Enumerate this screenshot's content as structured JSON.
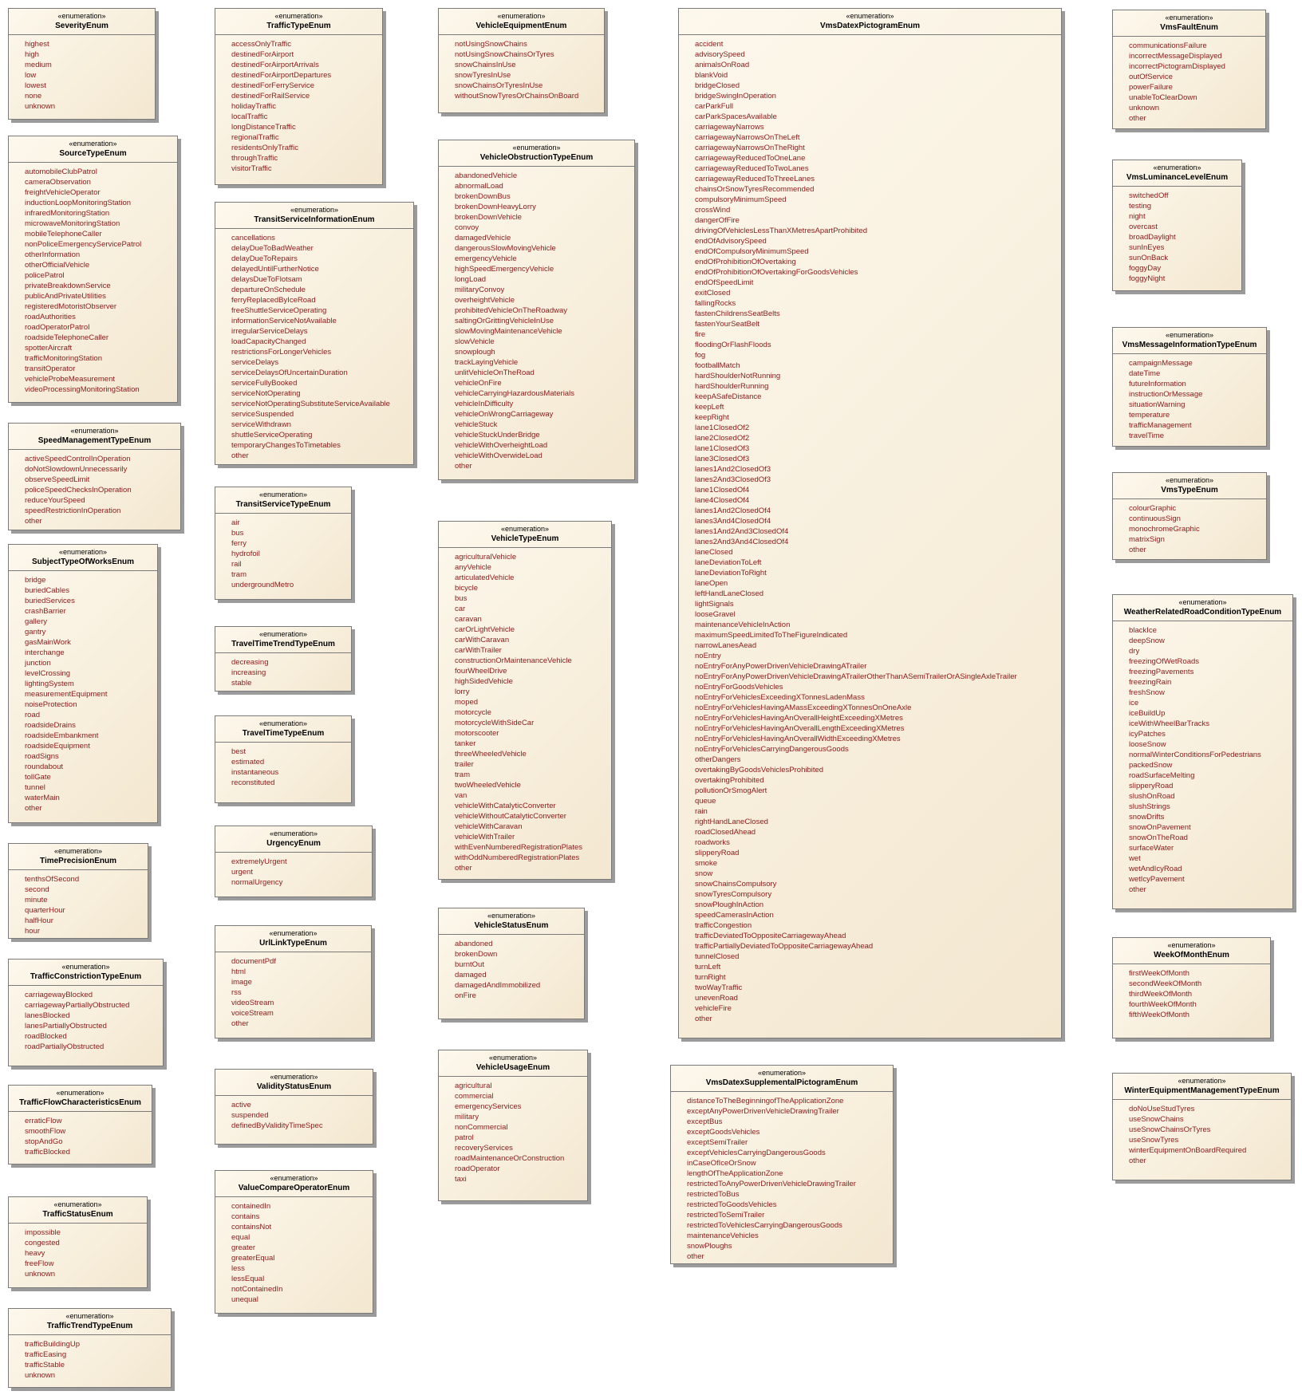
{
  "stereotype": "«enumeration»",
  "enums": [
    {
      "name": "SeverityEnum",
      "values": [
        "highest",
        "high",
        "medium",
        "low",
        "lowest",
        "none",
        "unknown"
      ]
    },
    {
      "name": "SourceTypeEnum",
      "values": [
        "automobileClubPatrol",
        "cameraObservation",
        "freightVehicleOperator",
        "inductionLoopMonitoringStation",
        "infraredMonitoringStation",
        "microwaveMonitoringStation",
        "mobileTelephoneCaller",
        "nonPoliceEmergencyServicePatrol",
        "otherInformation",
        "otherOfficialVehicle",
        "policePatrol",
        "privateBreakdownService",
        "publicAndPrivateUtilities",
        "registeredMotoristObserver",
        "roadAuthorities",
        "roadOperatorPatrol",
        "roadsideTelephoneCaller",
        "spotterAircraft",
        "trafficMonitoringStation",
        "transitOperator",
        "vehicleProbeMeasurement",
        "videoProcessingMonitoringStation"
      ]
    },
    {
      "name": "SpeedManagementTypeEnum",
      "values": [
        "activeSpeedControlInOperation",
        "doNotSlowdownUnnecessarily",
        "observeSpeedLimit",
        "policeSpeedChecksInOperation",
        "reduceYourSpeed",
        "speedRestrictionInOperation",
        "other"
      ]
    },
    {
      "name": "SubjectTypeOfWorksEnum",
      "values": [
        "bridge",
        "buriedCables",
        "buriedServices",
        "crashBarrier",
        "gallery",
        "gantry",
        "gasMainWork",
        "interchange",
        "junction",
        "levelCrossing",
        "lightingSystem",
        "measurementEquipment",
        "noiseProtection",
        "road",
        "roadsideDrains",
        "roadsideEmbankment",
        "roadsideEquipment",
        "roadSigns",
        "roundabout",
        "tollGate",
        "tunnel",
        "waterMain",
        "other"
      ]
    },
    {
      "name": "TimePrecisionEnum",
      "values": [
        "tenthsOfSecond",
        "second",
        "minute",
        "quarterHour",
        "halfHour",
        "hour"
      ]
    },
    {
      "name": "TrafficConstrictionTypeEnum",
      "values": [
        "carriagewayBlocked",
        "carriagewayPartiallyObstructed",
        "lanesBlocked",
        "lanesPartiallyObstructed",
        "roadBlocked",
        "roadPartiallyObstructed"
      ]
    },
    {
      "name": "TrafficFlowCharacteristicsEnum",
      "values": [
        "erraticFlow",
        "smoothFlow",
        "stopAndGo",
        "trafficBlocked"
      ]
    },
    {
      "name": "TrafficStatusEnum",
      "values": [
        "impossible",
        "congested",
        "heavy",
        "freeFlow",
        "unknown"
      ]
    },
    {
      "name": "TrafficTrendTypeEnum",
      "values": [
        "trafficBuildingUp",
        "trafficEasing",
        "trafficStable",
        "unknown"
      ]
    },
    {
      "name": "TrafficTypeEnum",
      "values": [
        "accessOnlyTraffic",
        "destinedForAirport",
        "destinedForAirportArrivals",
        "destinedForAirportDepartures",
        "destinedForFerryService",
        "destinedForRailService",
        "holidayTraffic",
        "localTraffic",
        "longDistanceTraffic",
        "regionalTraffic",
        "residentsOnlyTraffic",
        "throughTraffic",
        "visitorTraffic"
      ]
    },
    {
      "name": "TransitServiceInformationEnum",
      "values": [
        "cancellations",
        "delayDueToBadWeather",
        "delayDueToRepairs",
        "delayedUntilFurtherNotice",
        "delaysDueToFlotsam",
        "departureOnSchedule",
        "ferryReplacedByIceRoad",
        "freeShuttleServiceOperating",
        "informationServiceNotAvailable",
        "irregularServiceDelays",
        "loadCapacityChanged",
        "restrictionsForLongerVehicles",
        "serviceDelays",
        "serviceDelaysOfUncertainDuration",
        "serviceFullyBooked",
        "serviceNotOperating",
        "serviceNotOperatingSubstituteServiceAvailable",
        "serviceSuspended",
        "serviceWithdrawn",
        "shuttleServiceOperating",
        "temporaryChangesToTimetables",
        "other"
      ]
    },
    {
      "name": "TransitServiceTypeEnum",
      "values": [
        "air",
        "bus",
        "ferry",
        "hydrofoil",
        "rail",
        "tram",
        "undergroundMetro"
      ]
    },
    {
      "name": "TravelTimeTrendTypeEnum",
      "values": [
        "decreasing",
        "increasing",
        "stable"
      ]
    },
    {
      "name": "TravelTimeTypeEnum",
      "values": [
        "best",
        "estimated",
        "instantaneous",
        "reconstituted"
      ]
    },
    {
      "name": "UrgencyEnum",
      "values": [
        "extremelyUrgent",
        "urgent",
        "normalUrgency"
      ]
    },
    {
      "name": "UrlLinkTypeEnum",
      "values": [
        "documentPdf",
        "html",
        "image",
        "rss",
        "videoStream",
        "voiceStream",
        "other"
      ]
    },
    {
      "name": "ValidityStatusEnum",
      "values": [
        "active",
        "suspended",
        "definedByValidityTimeSpec"
      ]
    },
    {
      "name": "ValueCompareOperatorEnum",
      "values": [
        "containedIn",
        "contains",
        "containsNot",
        "equal",
        "greater",
        "greaterEqual",
        "less",
        "lessEqual",
        "notContainedIn",
        "unequal"
      ]
    },
    {
      "name": "VehicleEquipmentEnum",
      "values": [
        "notUsingSnowChains",
        "notUsingSnowChainsOrTyres",
        "snowChainsInUse",
        "snowTyresInUse",
        "snowChainsOrTyresInUse",
        "withoutSnowTyresOrChainsOnBoard"
      ]
    },
    {
      "name": "VehicleObstructionTypeEnum",
      "values": [
        "abandonedVehicle",
        "abnormalLoad",
        "brokenDownBus",
        "brokenDownHeavyLorry",
        "brokenDownVehicle",
        "convoy",
        "damagedVehicle",
        "dangerousSlowMovingVehicle",
        "emergencyVehicle",
        "highSpeedEmergencyVehicle",
        "longLoad",
        "militaryConvoy",
        "overheightVehicle",
        "prohibitedVehicleOnTheRoadway",
        "saltingOrGrittingVehicleInUse",
        "slowMovingMaintenanceVehicle",
        "slowVehicle",
        "snowplough",
        "trackLayingVehicle",
        "unlitVehicleOnTheRoad",
        "vehicleOnFire",
        "vehicleCarryingHazardousMaterials",
        "vehicleInDifficulty",
        "vehicleOnWrongCarriageway",
        "vehicleStuck",
        "vehicleStuckUnderBridge",
        "vehicleWithOverheightLoad",
        "vehicleWithOverwideLoad",
        "other"
      ]
    },
    {
      "name": "VehicleTypeEnum",
      "values": [
        "agriculturalVehicle",
        "anyVehicle",
        "articulatedVehicle",
        "bicycle",
        "bus",
        "car",
        "caravan",
        "carOrLightVehicle",
        "carWithCaravan",
        "carWithTrailer",
        "constructionOrMaintenanceVehicle",
        "fourWheelDrive",
        "highSidedVehicle",
        "lorry",
        "moped",
        "motorcycle",
        "motorcycleWithSideCar",
        "motorscooter",
        "tanker",
        "threeWheeledVehicle",
        "trailer",
        "tram",
        "twoWheeledVehicle",
        "van",
        "vehicleWithCatalyticConverter",
        "vehicleWithoutCatalyticConverter",
        "vehicleWithCaravan",
        "vehicleWithTrailer",
        "withEvenNumberedRegistrationPlates",
        "withOddNumberedRegistrationPlates",
        "other"
      ]
    },
    {
      "name": "VehicleStatusEnum",
      "values": [
        "abandoned",
        "brokenDown",
        "burntOut",
        "damaged",
        "damagedAndImmobilized",
        "onFire"
      ]
    },
    {
      "name": "VehicleUsageEnum",
      "values": [
        "agricultural",
        "commercial",
        "emergencyServices",
        "military",
        "nonCommercial",
        "patrol",
        "recoveryServices",
        "roadMaintenanceOrConstruction",
        "roadOperator",
        "taxi"
      ]
    },
    {
      "name": "VmsDatexPictogramEnum",
      "values": [
        "accident",
        "advisorySpeed",
        "animalsOnRoad",
        "blankVoid",
        "bridgeClosed",
        "bridgeSwingInOperation",
        "carParkFull",
        "carParkSpacesAvailable",
        "carriagewayNarrows",
        "carriagewayNarrowsOnTheLeft",
        "carriagewayNarrowsOnTheRight",
        "carriagewayReducedToOneLane",
        "carriagewayReducedToTwoLanes",
        "carriagewayReducedToThreeLanes",
        "chainsOrSnowTyresRecommended",
        "compulsoryMinimumSpeed",
        "crossWind",
        "dangerOfFire",
        "drivingOfVehiclesLessThanXMetresApartProhibited",
        "endOfAdvisorySpeed",
        "endOfCompulsoryMinimumSpeed",
        "endOfProhibitionOfOvertaking",
        "endOfProhibitionOfOvertakingForGoodsVehicles",
        "endOfSpeedLimit",
        "exitClosed",
        "fallingRocks",
        "fastenChildrensSeatBelts",
        "fastenYourSeatBelt",
        "fire",
        "floodingOrFlashFloods",
        "fog",
        "footballMatch",
        "hardShoulderNotRunning",
        "hardShoulderRunning",
        "keepASafeDistance",
        "keepLeft",
        "keepRight",
        "lane1ClosedOf2",
        "lane2ClosedOf2",
        "lane1ClosedOf3",
        "lane3ClosedOf3",
        "lanes1And2ClosedOf3",
        "lanes2And3ClosedOf3",
        "lane1ClosedOf4",
        "lane4ClosedOf4",
        "lanes1And2ClosedOf4",
        "lanes3And4ClosedOf4",
        "lanes1And2And3ClosedOf4",
        "lanes2And3And4ClosedOf4",
        "laneClosed",
        "laneDeviationToLeft",
        "laneDeviationToRight",
        "laneOpen",
        "leftHandLaneClosed",
        "lightSignals",
        "looseGravel",
        "maintenanceVehicleInAction",
        "maximumSpeedLimitedToTheFigureIndicated",
        "narrowLanesAead",
        "noEntry",
        "noEntryForAnyPowerDrivenVehicleDrawingATrailer",
        "noEntryForAnyPowerDrivenVehicleDrawingATrailerOtherThanASemiTrailerOrASingleAxleTrailer",
        "noEntryForGoodsVehicles",
        "noEntryForVehiclesExceedingXTonnesLadenMass",
        "noEntryForVehiclesHavingAMassExceedingXTonnesOnOneAxle",
        "noEntryForVehiclesHavingAnOverallHeightExceedingXMetres",
        "noEntryForVehiclesHavingAnOverallLengthExceedingXMetres",
        "noEntryForVehiclesHavingAnOverallWidthExceedingXMetres",
        "noEntryForVehiclesCarryingDangerousGoods",
        "otherDangers",
        "overtakingByGoodsVehiclesProhibited",
        "overtakingProhibited",
        "pollutionOrSmogAlert",
        "queue",
        "rain",
        "rightHandLaneClosed",
        "roadClosedAhead",
        "roadworks",
        "slipperyRoad",
        "smoke",
        "snow",
        "snowChainsCompulsory",
        "snowTyresCompulsory",
        "snowPloughInAction",
        "speedCamerasInAction",
        "trafficCongestion",
        "trafficDeviatedToOppositeCarriagewayAhead",
        "trafficPartiallyDeviatedToOppositeCarriagewayAhead",
        "tunnelClosed",
        "turnLeft",
        "turnRight",
        "twoWayTraffic",
        "unevenRoad",
        "vehicleFire",
        "other"
      ]
    },
    {
      "name": "VmsDatexSupplementalPictogramEnum",
      "values": [
        "distanceToTheBeginningofTheApplicationZone",
        "exceptAnyPowerDrivenVehicleDrawingTrailer",
        "exceptBus",
        "exceptGoodsVehicles",
        "exceptSemiTrailer",
        "exceptVehiclesCarryingDangerousGoods",
        "inCaseOfIceOrSnow",
        "lengthOfTheApplicationZone",
        "restrictedToAnyPowerDrivenVehicleDrawingTrailer",
        "restrictedToBus",
        "restrictedToGoodsVehicles",
        "restrictedToSemiTrailer",
        "restrictedToVehiclesCarryingDangerousGoods",
        "maintenanceVehicles",
        "snowPloughs",
        "other"
      ]
    },
    {
      "name": "VmsFaultEnum",
      "values": [
        "communicationsFailure",
        "incorrectMessageDisplayed",
        "incorrectPictogramDisplayed",
        "outOfService",
        "powerFailure",
        "unableToClearDown",
        "unknown",
        "other"
      ]
    },
    {
      "name": "VmsLuminanceLevelEnum",
      "values": [
        "switchedOff",
        "testing",
        "night",
        "overcast",
        "broadDaylight",
        "sunInEyes",
        "sunOnBack",
        "foggyDay",
        "foggyNight"
      ]
    },
    {
      "name": "VmsMessageInformationTypeEnum",
      "values": [
        "campaignMessage",
        "dateTime",
        "futureInformation",
        "instructionOrMessage",
        "situationWarning",
        "temperature",
        "trafficManagement",
        "travelTime"
      ]
    },
    {
      "name": "VmsTypeEnum",
      "values": [
        "colourGraphic",
        "continuousSign",
        "monochromeGraphic",
        "matrixSign",
        "other"
      ]
    },
    {
      "name": "WeatherRelatedRoadConditionTypeEnum",
      "values": [
        "blackIce",
        "deepSnow",
        "dry",
        "freezingOfWetRoads",
        "freezingPavements",
        "freezingRain",
        "freshSnow",
        "ice",
        "iceBuildUp",
        "iceWithWheelBarTracks",
        "icyPatches",
        "looseSnow",
        "normalWinterConditionsForPedestrians",
        "packedSnow",
        "roadSurfaceMelting",
        "slipperyRoad",
        "slushOnRoad",
        "slushStrings",
        "snowDrifts",
        "snowOnPavement",
        "snowOnTheRoad",
        "surfaceWater",
        "wet",
        "wetAndIcyRoad",
        "wetIcyPavement",
        "other"
      ]
    },
    {
      "name": "WeekOfMonthEnum",
      "values": [
        "firstWeekOfMonth",
        "secondWeekOfMonth",
        "thirdWeekOfMonth",
        "fourthWeekOfMonth",
        "fifthWeekOfMonth"
      ]
    },
    {
      "name": "WinterEquipmentManagementTypeEnum",
      "values": [
        "doNoUseStudTyres",
        "useSnowChains",
        "useSnowChainsOrTyres",
        "useSnowTyres",
        "winterEquipmentOnBoardRequired",
        "other"
      ]
    }
  ]
}
